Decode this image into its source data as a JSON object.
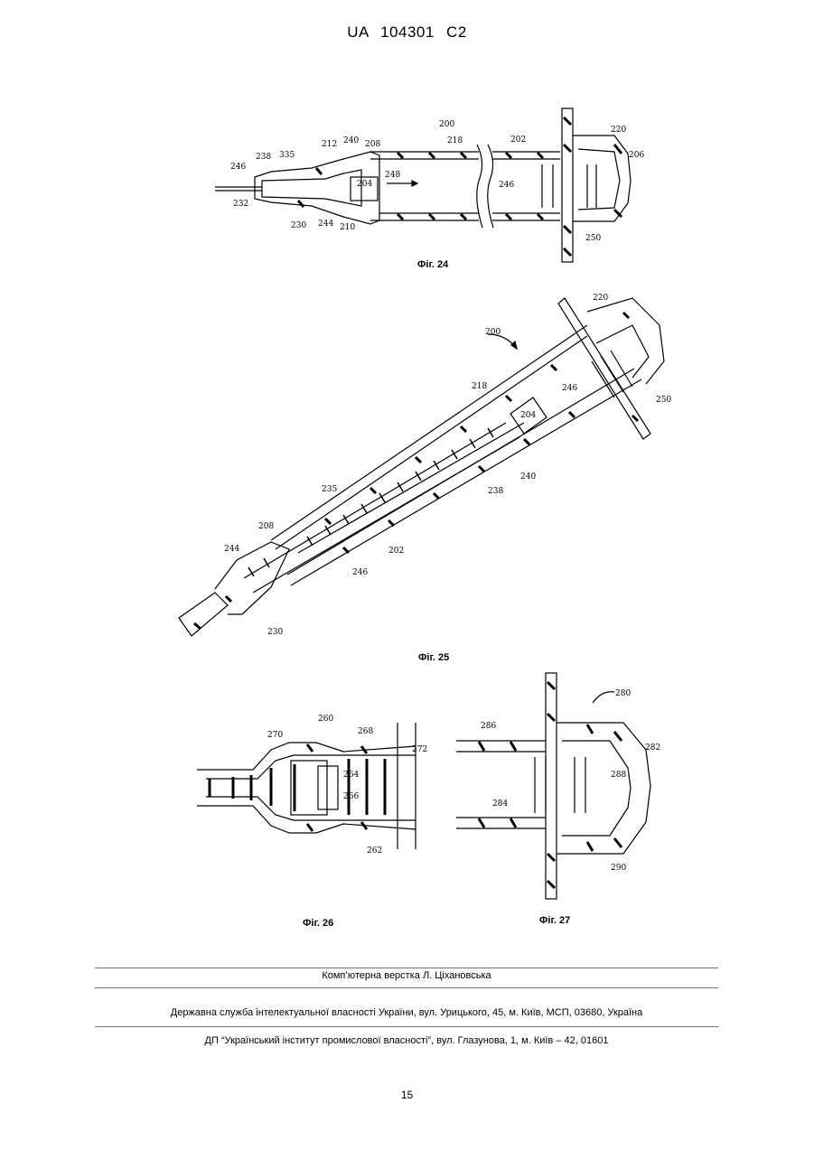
{
  "header": {
    "patent_number": "UA   104301   C2"
  },
  "figures": {
    "fig24": {
      "caption": "Фіг. 24",
      "refs": [
        "200",
        "220",
        "206",
        "218",
        "202",
        "212",
        "240",
        "208",
        "238",
        "335",
        "246",
        "248",
        "204",
        "246",
        "232",
        "230",
        "244",
        "210",
        "250"
      ]
    },
    "fig25": {
      "caption": "Фіг. 25",
      "refs": [
        "220",
        "200",
        "250",
        "218",
        "246",
        "204",
        "240",
        "238",
        "235",
        "208",
        "244",
        "246",
        "202",
        "230"
      ]
    },
    "fig26": {
      "caption": "Фіг. 26",
      "refs": [
        "260",
        "270",
        "268",
        "272",
        "264",
        "266",
        "262"
      ]
    },
    "fig27": {
      "caption": "Фіг. 27",
      "refs": [
        "280",
        "286",
        "282",
        "288",
        "284",
        "290"
      ]
    }
  },
  "footer": {
    "layout_credit": "Комп’ютерна верстка Л. Ціхановська",
    "agency": "Державна служба інтелектуальної власності України, вул. Урицького, 45, м. Київ, МСП, 03680, Україна",
    "institute": "ДП “Український інститут промислової власності”, вул. Глазунова, 1, м. Київ – 42, 01601",
    "page_number": "15"
  }
}
